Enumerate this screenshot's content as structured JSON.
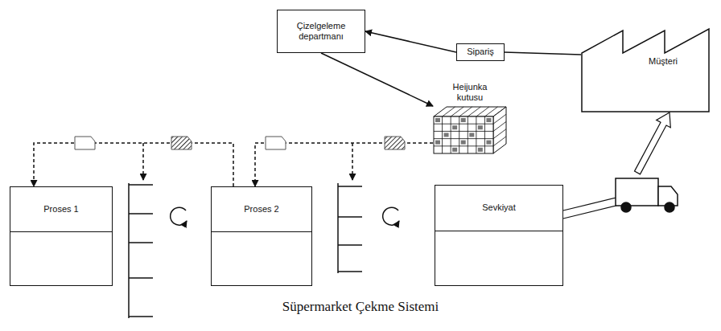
{
  "diagram": {
    "caption": "Süpermarket Çekme Sistemi",
    "nodes": [
      {
        "text": [
          "Çizelgeleme departmanı"
        ]
      },
      {
        "text": [
          "Sipariş"
        ]
      },
      {
        "text": [
          "Müşteri"
        ]
      },
      {
        "text": [
          "Heijunka kutusu"
        ]
      },
      {
        "text": [
          "Proses 1"
        ]
      },
      {
        "text": [
          "Proses 2"
        ]
      },
      {
        "text": [
          "Sevkiyat"
        ]
      }
    ],
    "edges": [
      {
        "from": 2,
        "to": 1,
        "arrow": "none"
      },
      {
        "from": 1,
        "to": 0,
        "arrow": "to"
      },
      {
        "from": 0,
        "to": 3,
        "arrow": "to"
      },
      {
        "from": 3,
        "to": 5,
        "arrow": "to"
      },
      {
        "from": 5,
        "to": 4,
        "arrow": "to"
      }
    ]
  }
}
